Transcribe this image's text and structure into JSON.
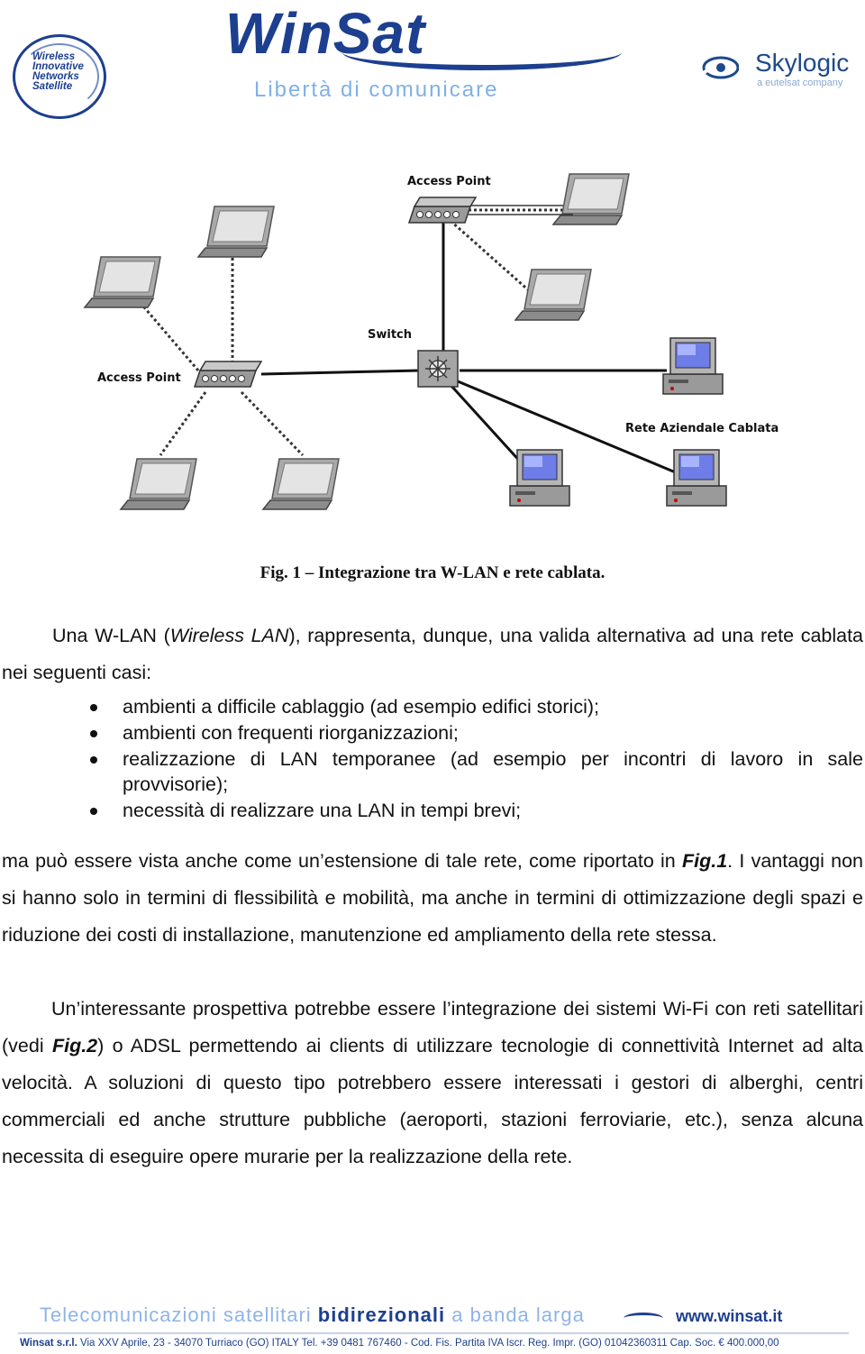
{
  "header": {
    "left_logo_lines": [
      "Wireless",
      "Innovative",
      "Networks",
      "Satellite"
    ],
    "brand": "WinSat",
    "tagline": "Libertà di comunicare",
    "right_logo_name": "Skylogic",
    "right_logo_sub": "a eutelsat company"
  },
  "diagram": {
    "labels": {
      "access_point_top": "Access Point",
      "access_point_left": "Access Point",
      "switch": "Switch",
      "wired_lan": "Rete Aziendale Cablata"
    }
  },
  "caption": "Fig. 1 – Integrazione tra W-LAN e rete cablata.",
  "para1": {
    "before": "Una W-LAN (",
    "italic": "Wireless LAN",
    "after": "), rappresenta, dunque, una valida alternativa ad una rete cablata nei seguenti casi:"
  },
  "bullets": [
    "ambienti a difficile cablaggio (ad esempio edifici storici);",
    "ambienti con frequenti riorganizzazioni;",
    "realizzazione di LAN temporanee (ad esempio per incontri di lavoro in sale provvisorie);",
    "necessità di realizzare una LAN in tempi brevi;"
  ],
  "para2": {
    "before": "ma può essere vista anche come un’estensione di tale rete, come riportato in ",
    "ref": "Fig.1",
    "after": ". I vantaggi non si hanno solo in termini di flessibilità e mobilità, ma anche in termini di ottimizzazione degli spazi e riduzione dei costi di installazione, manutenzione ed ampliamento della rete stessa."
  },
  "para3": {
    "before": "Un’interessante  prospettiva  potrebbe essere l’integrazione dei sistemi Wi-Fi con reti satellitari (vedi ",
    "ref": "Fig.2",
    "after": ") o ADSL permettendo ai clients di utilizzare tecnologie di connettività Internet ad alta velocità. A soluzioni di questo tipo potrebbero essere interessati i gestori di alberghi, centri commerciali ed anche strutture pubbliche (aeroporti, stazioni ferroviarie, etc.), senza alcuna necessita di eseguire opere murarie per la realizzazione della rete."
  },
  "footer": {
    "slogan_start": "Telecomunicazioni satellitari ",
    "slogan_bold": "bidirezionali",
    "slogan_end": " a banda larga",
    "url": "www.winsat.it",
    "company": "Winsat s.r.l.",
    "address": "  Via XXV Aprile, 23  -  34070 Turriaco (GO) ITALY  Tel. +39 0481 767460  -  Cod. Fis. Partita IVA Iscr. Reg. Impr. (GO) 01042360311  Cap. Soc. € 400.000,00"
  },
  "colors": {
    "brand_blue": "#1d3f8f",
    "light_blue": "#8fb4e6"
  }
}
